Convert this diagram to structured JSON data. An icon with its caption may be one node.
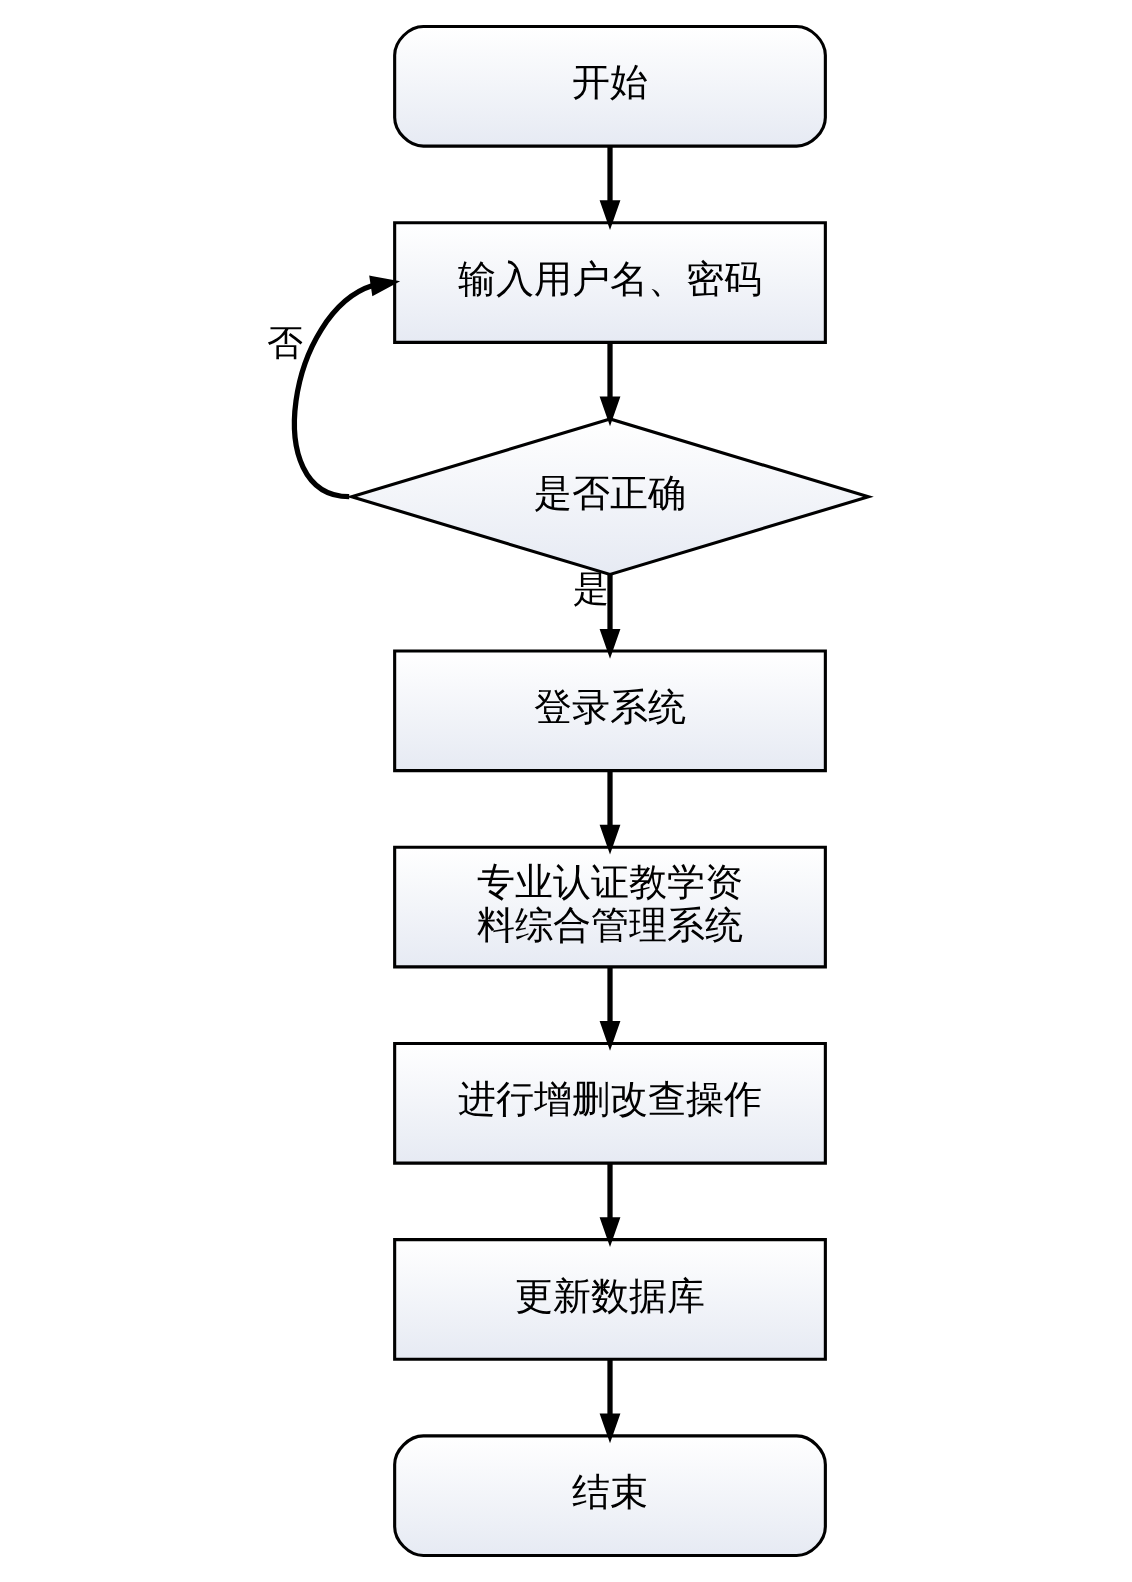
{
  "diagram": {
    "nodes": [
      {
        "text": [
          "开始"
        ]
      },
      {
        "text": [
          "输入用户名、密码"
        ]
      },
      {
        "text": [
          "是否正确"
        ]
      },
      {
        "text": [
          "登录系统"
        ]
      },
      {
        "text": [
          "专业认证教学资料综合管理系统"
        ]
      },
      {
        "text": [
          "进行增删改查操作"
        ]
      },
      {
        "text": [
          "更新数据库"
        ]
      },
      {
        "text": [
          "结束"
        ]
      }
    ],
    "edges": [
      {
        "from": 0,
        "to": 1,
        "arrow": "to"
      },
      {
        "from": 1,
        "to": 2,
        "arrow": "to"
      },
      {
        "from": 2,
        "to": 1,
        "arrow": "to",
        "label": "否"
      },
      {
        "from": 2,
        "to": 3,
        "arrow": "to",
        "label": "是"
      },
      {
        "from": 3,
        "to": 4,
        "arrow": "to"
      },
      {
        "from": 4,
        "to": 5,
        "arrow": "to"
      },
      {
        "from": 5,
        "to": 6,
        "arrow": "to"
      },
      {
        "from": 6,
        "to": 7,
        "arrow": "to"
      }
    ]
  }
}
